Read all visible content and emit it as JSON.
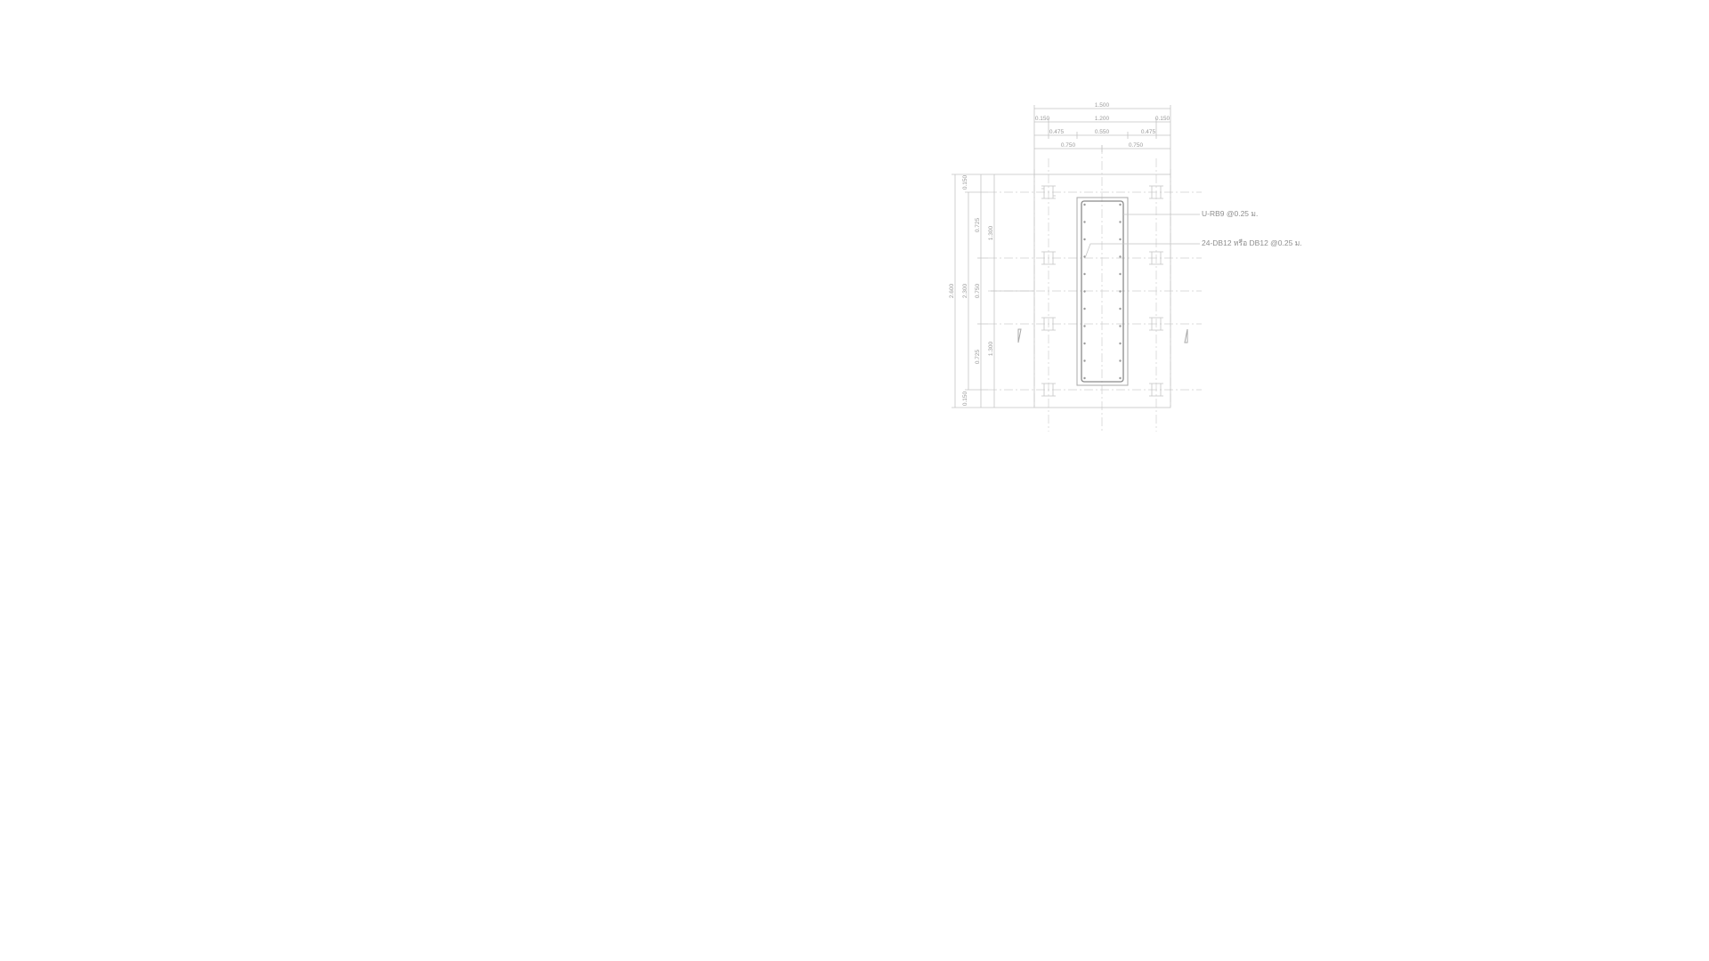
{
  "dimensions": {
    "top": {
      "overall": "1.500",
      "edge_left": "0.150",
      "inner": "1.200",
      "edge_right": "0.150",
      "seg_left": "0.475",
      "seg_mid": "0.550",
      "seg_right": "0.475",
      "half_left": "0.750",
      "half_right": "0.750"
    },
    "left": {
      "overall": "2.600",
      "inner": "2.300",
      "edge_top": "0.150",
      "edge_bottom": "0.150",
      "seg_1": "0.725",
      "seg_2": "0.750",
      "seg_3": "0.725",
      "half_top": "1.300",
      "half_bottom": "1.300"
    }
  },
  "labels": {
    "stirrup": "U-RB9 @0.25 ม.",
    "main_bars": "24-DB12 หรือ DB12 @0.25 ม."
  }
}
